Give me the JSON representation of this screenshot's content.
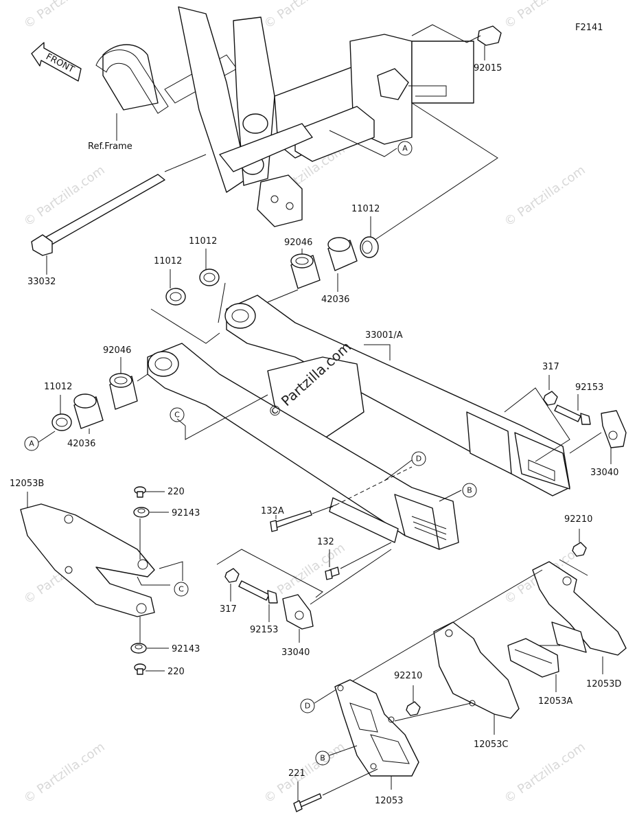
{
  "diagram_code": "F2141",
  "front_label": "FRONT",
  "ref_frame_label": "Ref.Frame",
  "watermark_text": "© Partzilla.com",
  "center_watermark": "© Partzilla.com",
  "callouts": {
    "A": "A",
    "B": "B",
    "C": "C",
    "D": "D"
  },
  "parts": {
    "p92015": "92015",
    "p33032": "33032",
    "p11012_top": "11012",
    "p11012_mid": "11012",
    "p11012_left": "11012",
    "p11012_far_left": "11012",
    "p92046_top": "92046",
    "p92046_left": "92046",
    "p42036_top": "42036",
    "p42036_left": "42036",
    "p33001A": "33001/A",
    "p317_right": "317",
    "p92153_right": "92153",
    "p33040_right": "33040",
    "p12053B": "12053B",
    "p220_top": "220",
    "p92143_top": "92143",
    "p92143_bottom": "92143",
    "p220_bottom": "220",
    "p132A": "132A",
    "p132": "132",
    "p317_left": "317",
    "p92153_left": "92153",
    "p33040_left": "33040",
    "p92210_right": "92210",
    "p92210_lower": "92210",
    "p12053D": "12053D",
    "p12053A": "12053A",
    "p12053C": "12053C",
    "p221": "221",
    "p12053": "12053"
  }
}
